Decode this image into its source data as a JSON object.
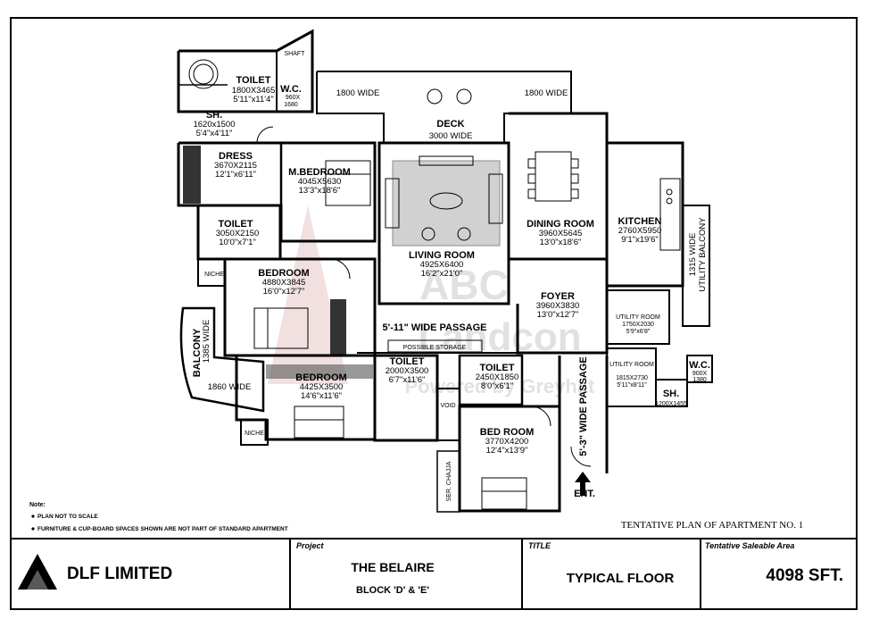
{
  "rooms": {
    "toilet_master": {
      "label": "TOILET",
      "dim1": "1800X3465",
      "dim2": "5'11\"x11'4\""
    },
    "shaft": {
      "label": "SHAFT"
    },
    "wc_master": {
      "label": "W.C.",
      "dim1": "960X",
      "dim2": "1680"
    },
    "sh_master": {
      "label": "SH.",
      "dim1": "1620x1500",
      "dim2": "5'4\"x4'11\""
    },
    "dress": {
      "label": "DRESS",
      "dim1": "3670X2115",
      "dim2": "12'1\"x6'11\""
    },
    "m_bedroom": {
      "label": "M.BEDROOM",
      "dim1": "4045X5630",
      "dim2": "13'3\"x18'6\""
    },
    "deck": {
      "label": "DECK",
      "dim1": "3000 WIDE",
      "left_width": "1800 WIDE",
      "right_width": "1800 WIDE"
    },
    "living_room": {
      "label": "LIVING ROOM",
      "dim1": "4925X6400",
      "dim2": "16'2\"x21'0\""
    },
    "dining_room": {
      "label": "DINING ROOM",
      "dim1": "3960X5645",
      "dim2": "13'0\"x18'6\""
    },
    "kitchen": {
      "label": "KITCHEN",
      "dim1": "2760X5950",
      "dim2": "9'1\"x19'6\""
    },
    "utility_balcony": {
      "label": "UTILITY BALCONY",
      "width": "1315 WIDE"
    },
    "toilet_2": {
      "label": "TOILET",
      "dim1": "3050X2150",
      "dim2": "10'0\"x7'1\""
    },
    "niche_1": {
      "label": "NICHE"
    },
    "bedroom_1": {
      "label": "BEDROOM",
      "dim1": "4880X3845",
      "dim2": "16'0\"x12'7\""
    },
    "foyer": {
      "label": "FOYER",
      "dim1": "3960X3830",
      "dim2": "13'0\"x12'7\""
    },
    "passage": {
      "label": "5'-11\" WIDE PASSAGE"
    },
    "storage": {
      "label": "POSSIBLE STORAGE"
    },
    "utility_room_1": {
      "label": "UTILITY ROOM",
      "dim1": "1750X2030",
      "dim2": "5'9\"x6'8\""
    },
    "utility_room_2": {
      "label": "UTILITY ROOM",
      "dim1": "1815X2730",
      "dim2": "5'11\"x8'11\""
    },
    "wc_servant": {
      "label": "W.C.",
      "dim1": "900X",
      "dim2": "1380"
    },
    "sh_servant": {
      "label": "SH.",
      "dim1": "1200X1455"
    },
    "balcony": {
      "label": "BALCONY",
      "width": "1385 WIDE",
      "bottom_width": "1860 WIDE"
    },
    "bedroom_2": {
      "label": "BEDROOM",
      "dim1": "4425X3500",
      "dim2": "14'6\"x11'6\""
    },
    "toilet_3": {
      "label": "TOILET",
      "dim1": "2000X3500",
      "dim2": "6'7\"x11'6\""
    },
    "toilet_4": {
      "label": "TOILET",
      "dim1": "2450X1850",
      "dim2": "8'0\"x6'1\""
    },
    "void": {
      "label": "VOID"
    },
    "bed_room_3": {
      "label": "BED ROOM",
      "dim1": "3770X4200",
      "dim2": "12'4\"x13'9\""
    },
    "passage_2": {
      "label": "5'-3\" WIDE PASSAGE"
    },
    "niche_2": {
      "label": "NICHE"
    },
    "ser_chajja": {
      "label": "SER. CHAJJA"
    },
    "entrance": {
      "label": "ENT."
    }
  },
  "notes": {
    "heading": "Note:",
    "items": [
      "PLAN NOT TO SCALE",
      "FURNITURE & CUP-BOARD SPACES SHOWN ARE NOT PART OF STANDARD APARTMENT"
    ]
  },
  "plan_caption": "TENTATIVE PLAN OF APARTMENT NO. 1",
  "watermark": {
    "line1": "ABC",
    "line2": "Landcon",
    "line3": "Powered by Greyhat"
  },
  "title_block": {
    "company": "DLF LIMITED",
    "project_label": "Project",
    "project_name": "THE BELAIRE",
    "project_block": "BLOCK 'D' & 'E'",
    "title_label": "TITLE",
    "title_value": "TYPICAL FLOOR",
    "area_label": "Tentative Saleable Area",
    "area_value": "4098 SFT."
  }
}
